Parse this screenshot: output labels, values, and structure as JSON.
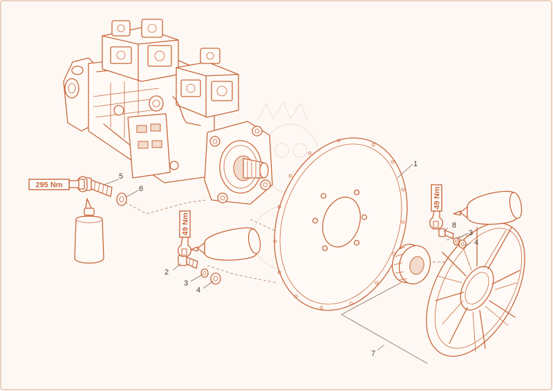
{
  "colors": {
    "line": "#c8663a",
    "background": "#fdf8f4",
    "label_text": "#4a3a30"
  },
  "part_labels": {
    "p1": "1",
    "p2": "2",
    "p3a": "3",
    "p3b": "3",
    "p4a": "4",
    "p4b": "4",
    "p5": "5",
    "p6": "6",
    "p7": "7",
    "p8": "8"
  },
  "torque_labels": {
    "t295": "295 Nm",
    "t49a": "49 Nm",
    "t49b": "49 Nm"
  },
  "icons": [
    "wrench-icon",
    "adhesive-bottle-icon",
    "threadlocker-tube-icon"
  ]
}
